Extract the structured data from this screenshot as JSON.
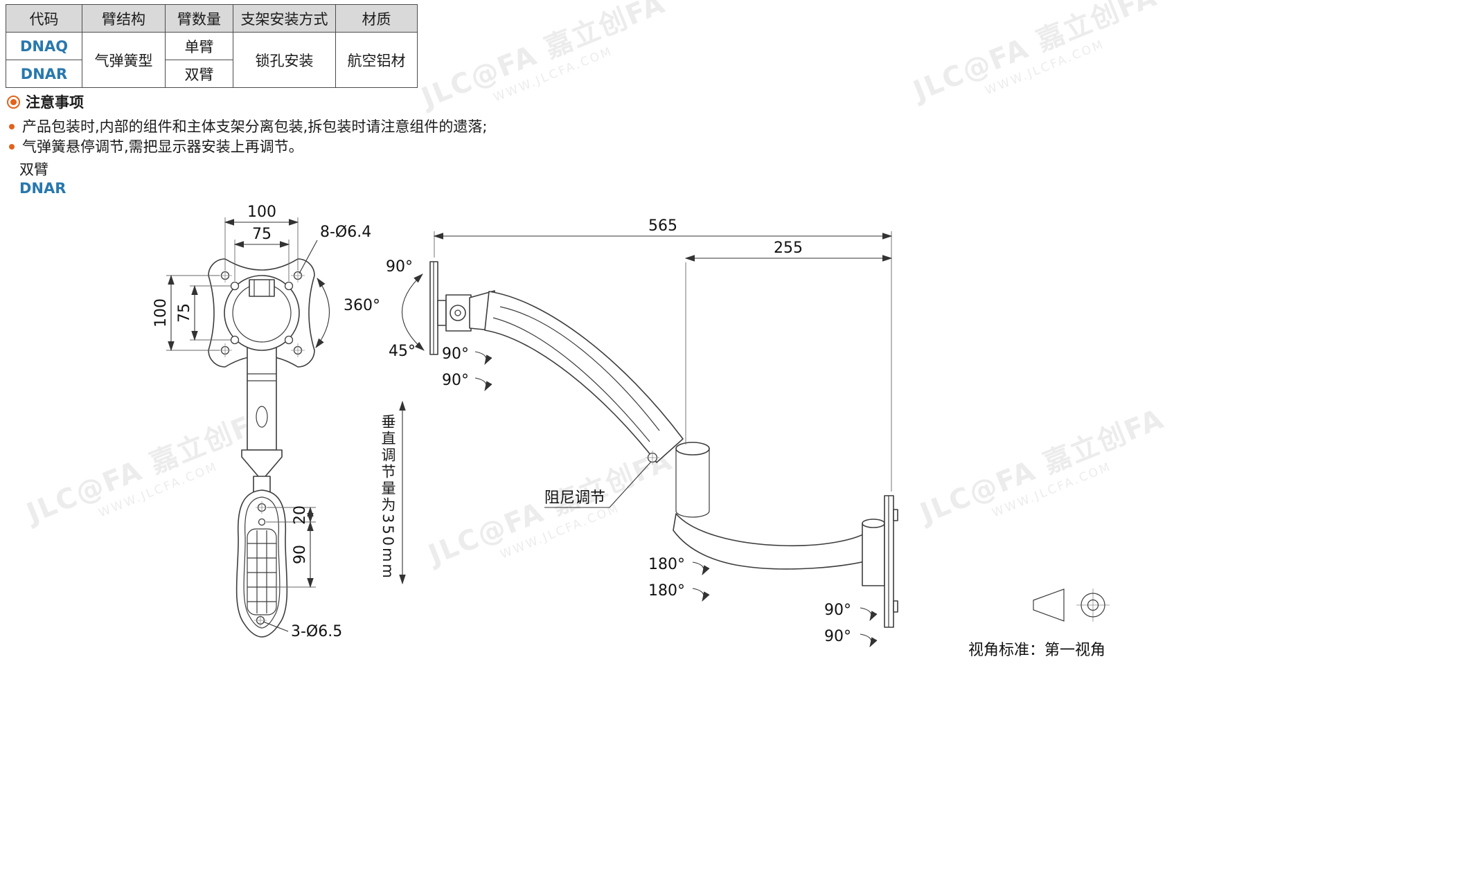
{
  "table": {
    "headers": [
      "代码",
      "臂结构",
      "臂数量",
      "支架安装方式",
      "材质"
    ],
    "codes": [
      "DNAQ",
      "DNAR"
    ],
    "arm_structure": "气弹簧型",
    "arm_counts": [
      "单臂",
      "双臂"
    ],
    "mounting": "锁孔安装",
    "material": "航空铝材"
  },
  "notes": {
    "title": "注意事项",
    "items": [
      "产品包装时,内部的组件和主体支架分离包装,拆包装时请注意组件的遗落;",
      "气弹簧悬停调节,需把显示器安装上再调节。"
    ]
  },
  "variant": {
    "type_label": "双臂",
    "code": "DNAR"
  },
  "front_view": {
    "dim_top_outer": "100",
    "dim_top_inner": "75",
    "label_top_holes": "8-Ø6.4",
    "dim_left_outer": "100",
    "dim_left_inner": "75",
    "label_rotation": "360°",
    "dim_slot_offset": "20",
    "dim_slot_length": "90",
    "label_bottom_holes": "3-Ø6.5"
  },
  "side_view": {
    "dim_overall": "565",
    "dim_rear": "255",
    "angle_tilt_up": "90°",
    "angle_tilt_down": "45°",
    "angle_swivel_head_1": "90°",
    "angle_swivel_head_2": "90°",
    "label_vertical_range": "垂直调节量为350mm",
    "label_damping": "阻尼调节",
    "angle_elbow_1": "180°",
    "angle_elbow_2": "180°",
    "angle_wall_1": "90°",
    "angle_wall_2": "90°"
  },
  "footer": {
    "projection_label": "视角标准：第一视角"
  },
  "watermark": {
    "brand_line": "JLC@FA 嘉立创FA",
    "url": "WWW.JLCFA.COM"
  },
  "colors": {
    "accent_blue": "#2878ad",
    "accent_orange": "#e2621b",
    "table_header_bg": "#d9d9d9",
    "line": "#3c3c3c"
  }
}
